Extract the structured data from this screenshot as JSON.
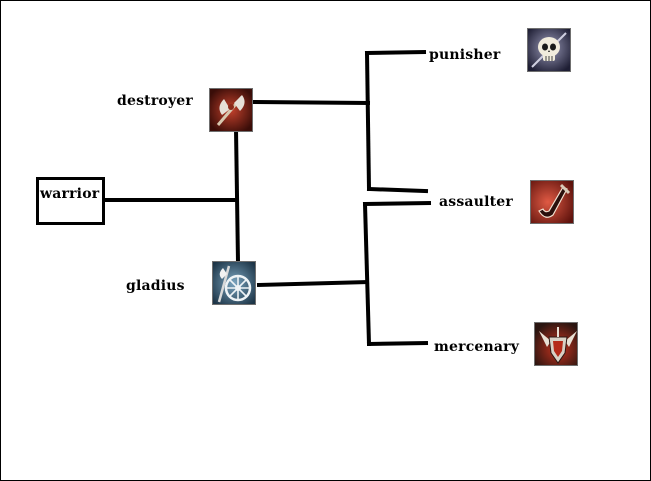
{
  "nodes": {
    "root": {
      "label": "warrior"
    },
    "destroyer": {
      "label": "destroyer",
      "icon": "axe-icon"
    },
    "gladius": {
      "label": "gladius",
      "icon": "axe-wheel-icon"
    },
    "punisher": {
      "label": "punisher",
      "icon": "skull-icon"
    },
    "assaulter": {
      "label": "assaulter",
      "icon": "blade-icon"
    },
    "mercenary": {
      "label": "mercenary",
      "icon": "winged-crest-icon"
    }
  },
  "colors": {
    "line": "#000000",
    "icon_red": "#8a1e14",
    "icon_blue": "#2c4f67",
    "icon_purple": "#3a3a5e"
  }
}
